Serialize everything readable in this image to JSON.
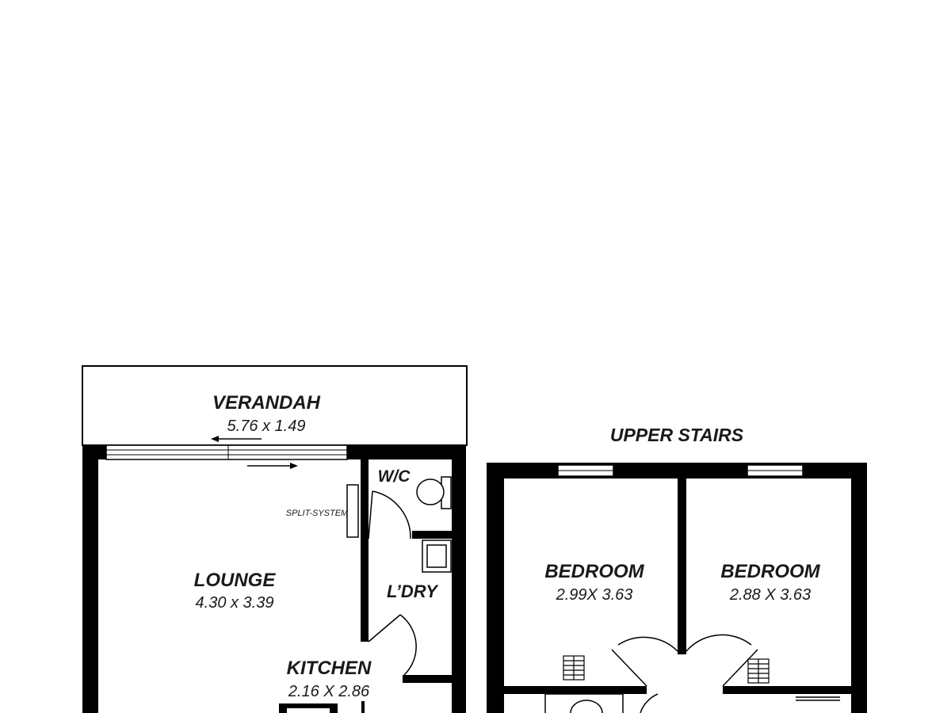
{
  "floor_plan": {
    "ground_floor": {
      "verandah": {
        "name": "VERANDAH",
        "dims": "5.76 x 1.49"
      },
      "lounge": {
        "name": "LOUNGE",
        "dims": "4.30 x 3.39"
      },
      "wc": {
        "name": "W/C"
      },
      "laundry": {
        "name": "L’DRY"
      },
      "kitchen": {
        "name": "KITCHEN",
        "dims": "2.16 X 2.86"
      },
      "split_system_label": "SPLIT-SYSTEM"
    },
    "upper_floor": {
      "title": "UPPER STAIRS",
      "bedroom_1": {
        "name": "BEDROOM",
        "dims": "2.99X 3.63"
      },
      "bedroom_2": {
        "name": "BEDROOM",
        "dims": "2.88 X 3.63"
      }
    }
  }
}
